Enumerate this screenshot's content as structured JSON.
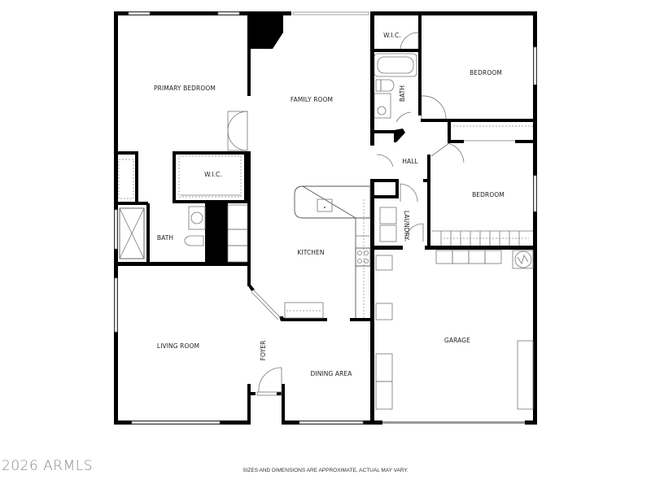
{
  "floorplan": {
    "rooms": {
      "primary_bedroom": "PRIMARY BEDROOM",
      "family_room": "FAMILY ROOM",
      "wic_primary": "W.I.C.",
      "bath_primary": "BATH",
      "kitchen": "KITCHEN",
      "living_room": "LIVING ROOM",
      "foyer": "FOYER",
      "dining_area": "DINING AREA",
      "wic_secondary": "W.I.C.",
      "bedroom_top": "BEDROOM",
      "bath_secondary": "BATH",
      "hall": "HALL",
      "bedroom_middle": "BEDROOM",
      "laundry": "LAUNDRY",
      "garage": "GARAGE"
    },
    "colors": {
      "wall": "#000000",
      "fixture": "#777777",
      "background": "#ffffff"
    }
  },
  "footer": {
    "watermark": "2026 ARMLS",
    "disclaimer": "SIZES AND DIMENSIONS ARE APPROXIMATE, ACTUAL MAY VARY."
  }
}
